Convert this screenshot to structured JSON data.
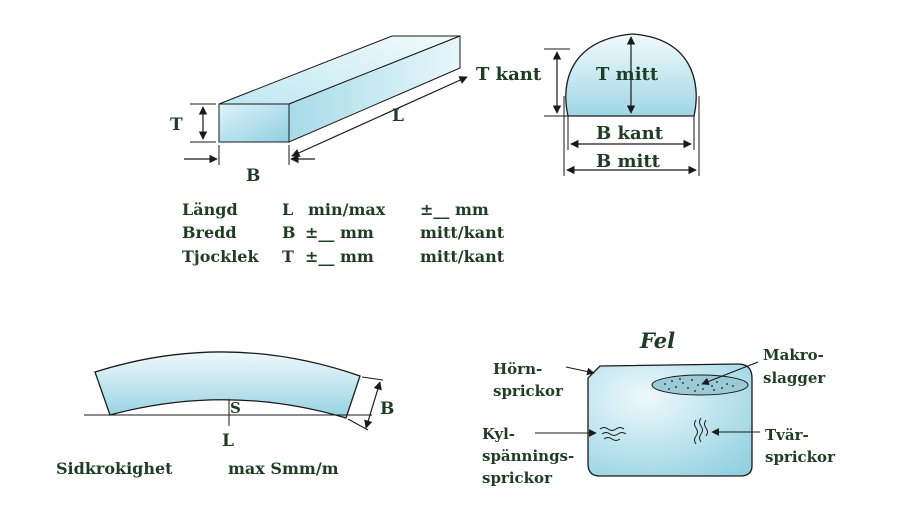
{
  "bar": {
    "label_t": "T",
    "label_l": "L",
    "label_b": "B"
  },
  "cross_section": {
    "label_t_kant": "T kant",
    "label_t_mitt": "T mitt",
    "label_b_kant": "B kant",
    "label_b_mitt": "B mitt"
  },
  "tolerance_table": {
    "rows": [
      {
        "name": "Längd",
        "symbol": "L",
        "col1": "min/max",
        "col2": "±__ mm"
      },
      {
        "name": "Bredd",
        "symbol": "B",
        "col1": "±__ mm",
        "col2": "mitt/kant"
      },
      {
        "name": "Tjocklek",
        "symbol": "T",
        "col1": "±__ mm",
        "col2": "mitt/kant"
      }
    ]
  },
  "bend": {
    "label_s": "S",
    "label_l": "L",
    "label_b": "B",
    "title": "Sidkrokighet",
    "max_text": "max Smm/m"
  },
  "defects": {
    "title": "Fel",
    "corner_cracks": [
      "Hörn-",
      "sprickor"
    ],
    "macro_slag": [
      "Makro-",
      "slagger"
    ],
    "cooling_cracks": [
      "Kyl-",
      "spännings-",
      "sprickor"
    ],
    "transverse_cracks": [
      "Tvär-",
      "sprickor"
    ]
  },
  "colors": {
    "text": "#1f3d24",
    "line": "#1a1a1a",
    "fill_light": "#e6f6fb",
    "fill_mid": "#b9e3ee",
    "fill_dark": "#8fcfe0"
  }
}
